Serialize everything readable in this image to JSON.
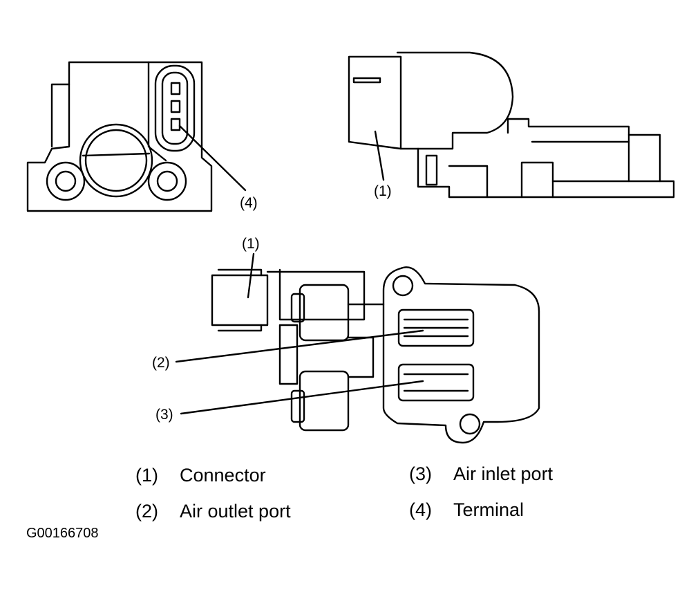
{
  "callouts": {
    "terminal_top_left": "(4)",
    "connector_top_right": "(1)",
    "connector_bottom": "(1)",
    "outlet": "(2)",
    "inlet": "(3)"
  },
  "legend": [
    {
      "num": "(1)",
      "label": "Connector"
    },
    {
      "num": "(2)",
      "label": "Air outlet port"
    },
    {
      "num": "(3)",
      "label": "Air inlet port"
    },
    {
      "num": "(4)",
      "label": "Terminal"
    }
  ],
  "figure_code": "G00166708"
}
